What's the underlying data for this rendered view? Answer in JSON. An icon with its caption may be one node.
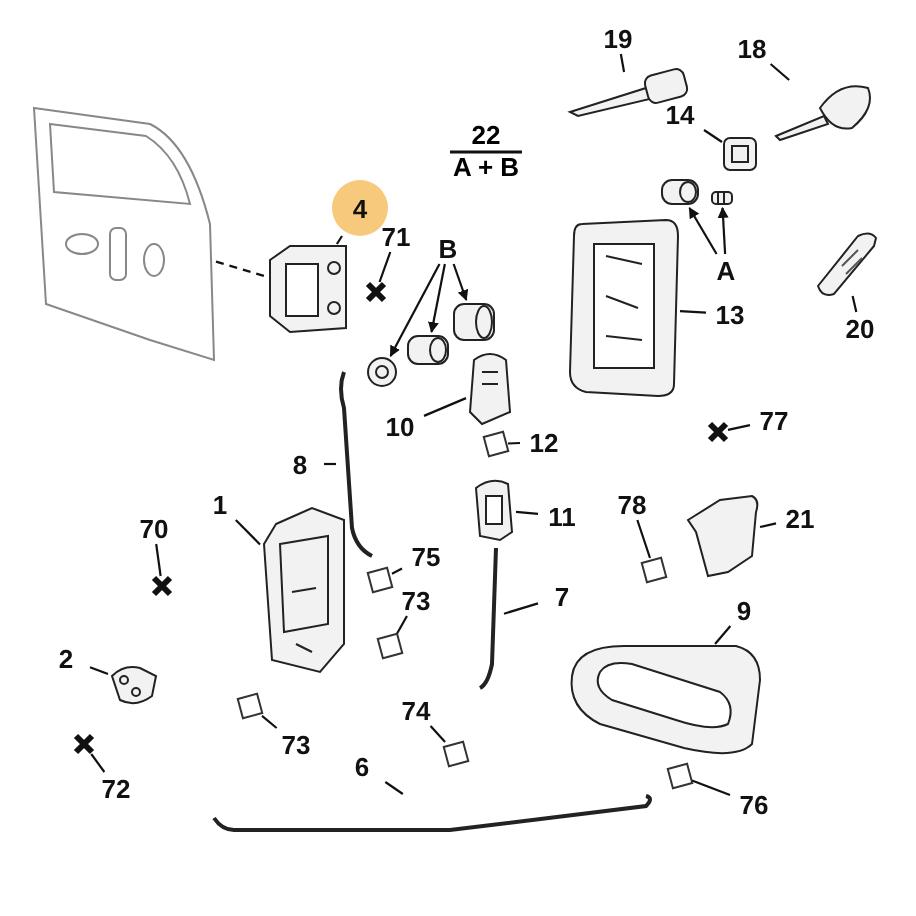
{
  "diagram": {
    "nodes": [
      {
        "text": [
          "19"
        ]
      },
      {
        "text": [],
        "shape": "picture"
      },
      {
        "text": [
          "18"
        ]
      },
      {
        "text": [],
        "shape": "picture"
      },
      {
        "text": [
          "14"
        ]
      },
      {
        "text": [],
        "shape": "picture"
      },
      {
        "text": [
          "4"
        ]
      },
      {
        "text": [],
        "shape": "picture"
      },
      {
        "text": [
          "71"
        ]
      },
      {
        "text": [],
        "shape": "cross"
      },
      {
        "text": [
          "B"
        ]
      },
      {
        "text": [],
        "shape": "picture"
      },
      {
        "text": [],
        "shape": "picture"
      },
      {
        "text": [],
        "shape": "picture"
      },
      {
        "text": [],
        "shape": "picture"
      },
      {
        "text": [],
        "shape": "picture"
      },
      {
        "text": [
          "A"
        ]
      },
      {
        "text": [],
        "shape": "picture"
      },
      {
        "text": [
          "13"
        ]
      },
      {
        "text": [],
        "shape": "picture"
      },
      {
        "text": [
          "20"
        ]
      },
      {
        "text": [],
        "shape": "picture"
      },
      {
        "text": [
          "10"
        ]
      },
      {
        "text": [],
        "shape": "picture"
      },
      {
        "text": [
          "12"
        ]
      },
      {
        "text": [],
        "shape": "box"
      },
      {
        "text": [
          "77"
        ]
      },
      {
        "text": [],
        "shape": "cross"
      },
      {
        "text": [
          "8"
        ]
      },
      {
        "text": [],
        "shape": "picture"
      },
      {
        "text": [
          "1"
        ]
      },
      {
        "text": [],
        "shape": "picture"
      },
      {
        "text": [
          "11"
        ]
      },
      {
        "text": [],
        "shape": "picture"
      },
      {
        "text": [
          "70"
        ]
      },
      {
        "text": [],
        "shape": "cross"
      },
      {
        "text": [
          "75"
        ]
      },
      {
        "text": [],
        "shape": "box"
      },
      {
        "text": [
          "78"
        ]
      },
      {
        "text": [],
        "shape": "box"
      },
      {
        "text": [
          "21"
        ]
      },
      {
        "text": [],
        "shape": "picture"
      },
      {
        "text": [
          "7"
        ]
      },
      {
        "text": [],
        "shape": "picture"
      },
      {
        "text": [
          "73"
        ]
      },
      {
        "text": [],
        "shape": "box"
      },
      {
        "text": [
          "2"
        ]
      },
      {
        "text": [],
        "shape": "picture"
      },
      {
        "text": [
          "9"
        ]
      },
      {
        "text": [],
        "shape": "picture"
      },
      {
        "text": [
          "73"
        ]
      },
      {
        "text": [],
        "shape": "box"
      },
      {
        "text": [
          "72"
        ]
      },
      {
        "text": [],
        "shape": "cross"
      },
      {
        "text": [
          "74"
        ]
      },
      {
        "text": [],
        "shape": "box"
      },
      {
        "text": [
          "6"
        ]
      },
      {
        "text": [],
        "shape": "picture"
      },
      {
        "text": [
          "76"
        ]
      },
      {
        "text": [],
        "shape": "box"
      }
    ],
    "edges": [
      {
        "from": 0,
        "to": 1,
        "arrow": "none"
      },
      {
        "from": 2,
        "to": 3,
        "arrow": "none"
      },
      {
        "from": 4,
        "to": 5,
        "arrow": "none"
      },
      {
        "from": 6,
        "to": 7,
        "arrow": "none"
      },
      {
        "from": 8,
        "to": 9,
        "arrow": "none"
      },
      {
        "from": 10,
        "to": 11,
        "arrow": "to"
      },
      {
        "from": 10,
        "to": 12,
        "arrow": "to"
      },
      {
        "from": 10,
        "to": 13,
        "arrow": "to"
      },
      {
        "from": 16,
        "to": 14,
        "arrow": "to"
      },
      {
        "from": 16,
        "to": 15,
        "arrow": "to"
      },
      {
        "from": 18,
        "to": 17,
        "arrow": "none"
      },
      {
        "from": 20,
        "to": 19,
        "arrow": "none"
      },
      {
        "from": 21,
        "to": 7,
        "arrow": "none",
        "style": "dashed"
      },
      {
        "from": 22,
        "to": 23,
        "arrow": "none"
      },
      {
        "from": 24,
        "to": 25,
        "arrow": "none"
      },
      {
        "from": 26,
        "to": 27,
        "arrow": "none"
      },
      {
        "from": 28,
        "to": 29,
        "arrow": "none"
      },
      {
        "from": 30,
        "to": 31,
        "arrow": "none"
      },
      {
        "from": 32,
        "to": 33,
        "arrow": "none"
      },
      {
        "from": 34,
        "to": 35,
        "arrow": "none"
      },
      {
        "from": 36,
        "to": 37,
        "arrow": "none"
      },
      {
        "from": 38,
        "to": 39,
        "arrow": "none"
      },
      {
        "from": 40,
        "to": 41,
        "arrow": "none"
      },
      {
        "from": 42,
        "to": 43,
        "arrow": "none"
      },
      {
        "from": 44,
        "to": 45,
        "arrow": "none"
      },
      {
        "from": 46,
        "to": 47,
        "arrow": "none"
      },
      {
        "from": 48,
        "to": 49,
        "arrow": "none"
      },
      {
        "from": 50,
        "to": 51,
        "arrow": "none"
      },
      {
        "from": 52,
        "to": 53,
        "arrow": "none"
      },
      {
        "from": 54,
        "to": 55,
        "arrow": "none"
      },
      {
        "from": 56,
        "to": 57,
        "arrow": "none"
      },
      {
        "from": 58,
        "to": 59,
        "arrow": "none"
      }
    ],
    "labels": [
      "22",
      "A + B"
    ]
  }
}
